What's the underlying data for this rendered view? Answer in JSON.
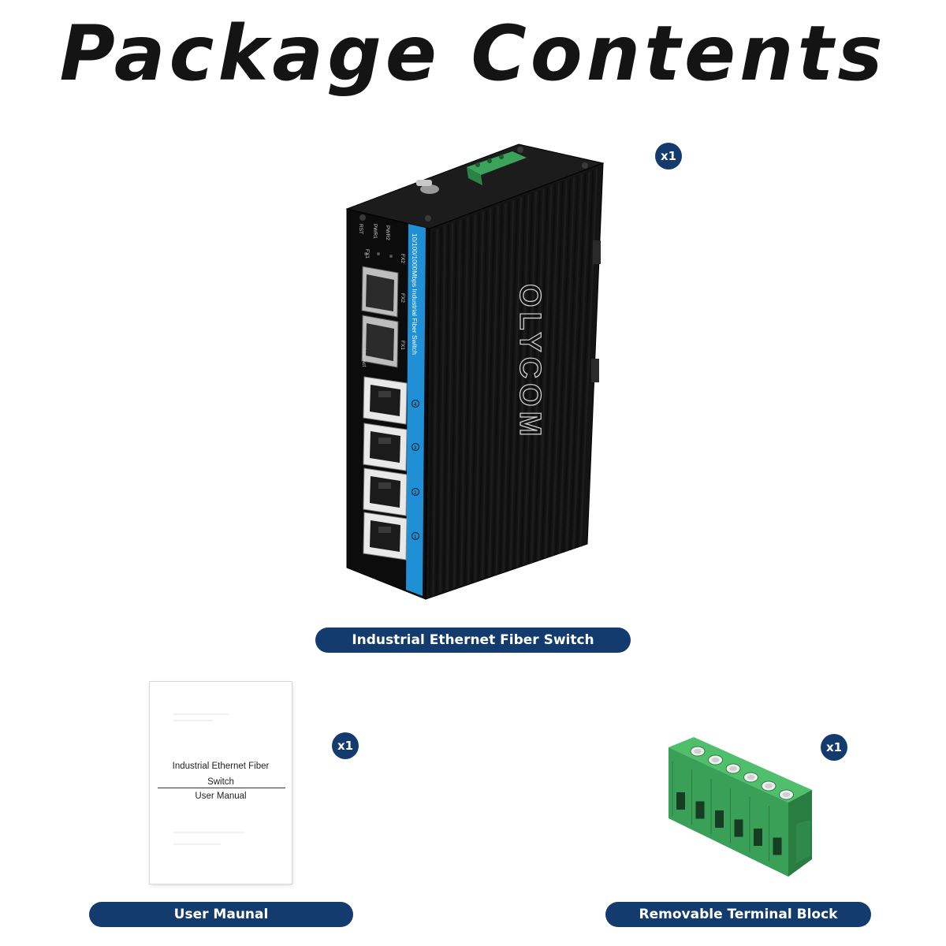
{
  "page": {
    "title": "Package Contents"
  },
  "items": [
    {
      "name": "Industrial Ethernet Fiber Switch",
      "quantity": "x1",
      "device_labels": {
        "brand": "OLYCOM",
        "side_text": "10/100/1000Mbps Industrial Fiber Switch",
        "fx1": "FX1",
        "fx2": "FX2",
        "led_pwr1": "PWR1",
        "led_pwr2": "PWR2",
        "led_rst": "RST",
        "led_fx1": "FX1",
        "led_fx2": "FX2",
        "link_act": "Link/Act",
        "port_numbers": [
          "1",
          "2",
          "3",
          "4"
        ]
      }
    },
    {
      "name": "User Maunal",
      "quantity": "x1",
      "cover": {
        "line1": "Industrial Ethernet Fiber",
        "line2": "Switch",
        "line3": "User Manual"
      }
    },
    {
      "name": "Removable Terminal Block",
      "quantity": "x1"
    }
  ],
  "colors": {
    "badge": "#143b6e",
    "switch_body": "#121212",
    "switch_stripe": "#1f8fd6",
    "terminal_green": "#3ba45a"
  }
}
